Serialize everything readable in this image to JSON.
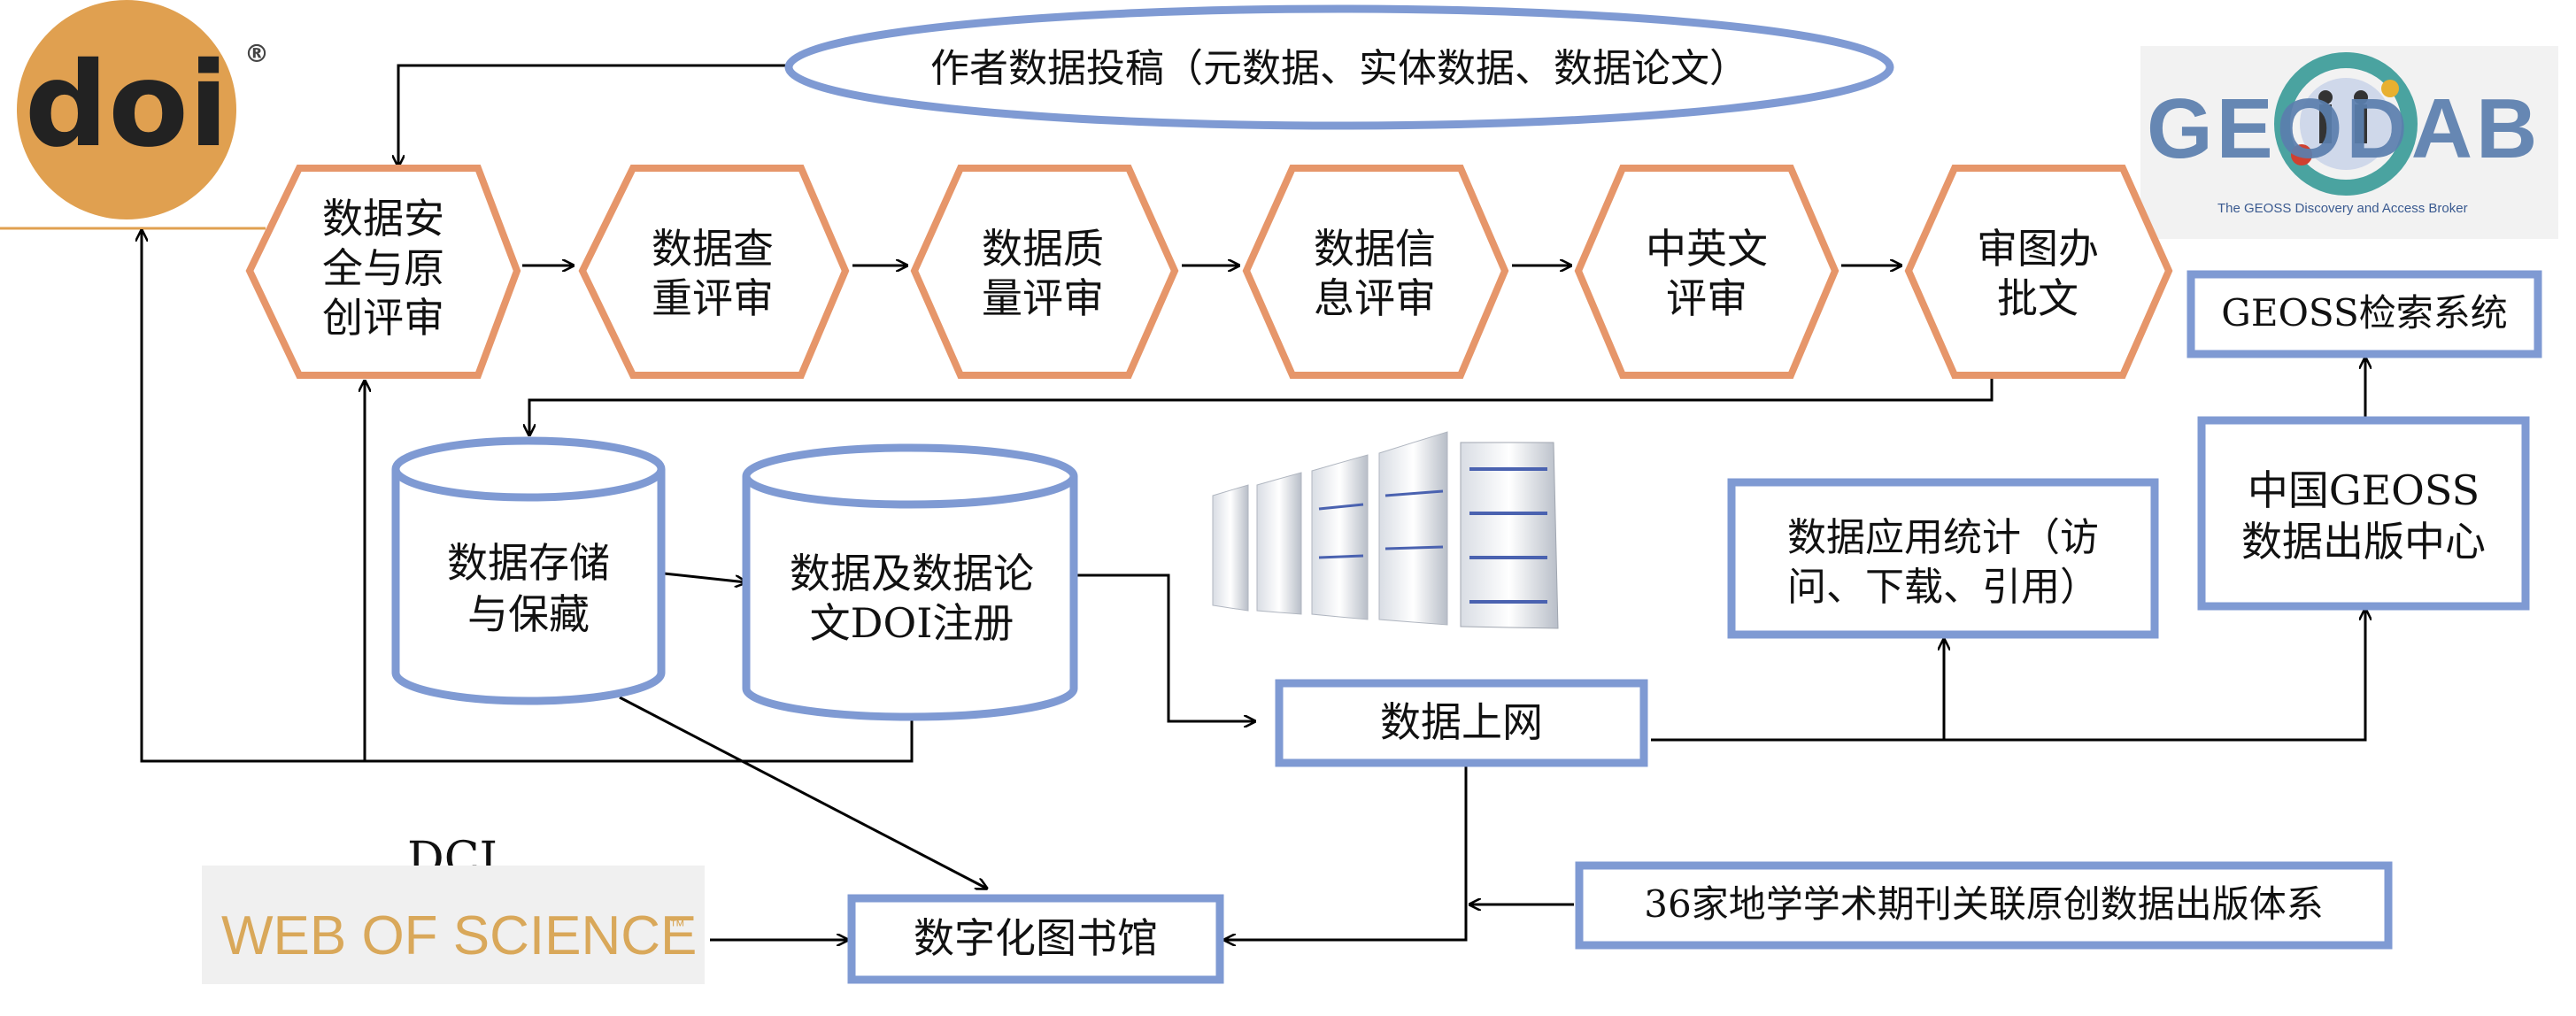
{
  "logos": {
    "doi": {
      "text": "doi",
      "mark": "®",
      "color": "#e0a050"
    },
    "geodab": {
      "text": "GEODAB",
      "subtitle": "The GEOSS Discovery and Access Broker"
    },
    "wos": {
      "caption": "DCI",
      "text": "WEB OF SCIENCE",
      "mark": "™"
    }
  },
  "nodes": {
    "author_submission": "作者数据投稿（元数据、实体数据、数据论文）",
    "review_security": [
      "数据安",
      "全与原",
      "创评审"
    ],
    "review_duplicate": [
      "数据查",
      "重评审"
    ],
    "review_quality": [
      "数据质",
      "量评审"
    ],
    "review_info": [
      "数据信",
      "息评审"
    ],
    "review_language": [
      "中英文",
      "评审"
    ],
    "review_map": [
      "审图办",
      "批文"
    ],
    "storage": [
      "数据存储",
      "与保藏"
    ],
    "doi_register": [
      "数据及数据论",
      "文DOI注册"
    ],
    "online": "数据上网",
    "usage_stats": [
      "数据应用统计（访",
      "问、下载、引用）"
    ],
    "geoss_center": [
      "中国GEOSS",
      "数据出版中心"
    ],
    "geoss_search": "GEOSS检索系统",
    "journals": "36家地学学术期刊关联原创数据出版体系",
    "digital_library": "数字化图书馆"
  },
  "colors": {
    "hex_border": "#e6966a",
    "box_border": "#7f9ad3",
    "line": "#000000"
  }
}
